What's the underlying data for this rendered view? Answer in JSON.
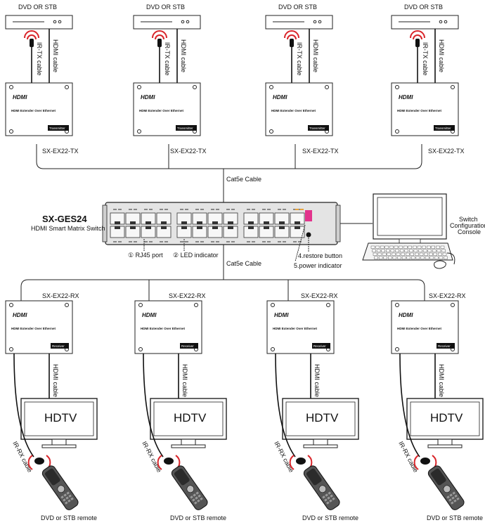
{
  "source_label": "DVD OR STB",
  "ir_tx_label": "IR-TX cable",
  "hdmi_cable_label": "HDMI cable",
  "transmitter_model": "SX-EX22-TX",
  "receiver_model": "SX-EX22-RX",
  "hdmi_logo": "HDMI",
  "extender_title": "HDMI Extender Over Ethernet",
  "transmitter_tag": "Transmitter",
  "receiver_tag": "Receiver",
  "cat5e_label": "Cat5e Cable",
  "switch_model": "SX-GES24",
  "switch_desc": "HDMI Smart Matrix Switch",
  "callouts": {
    "rj45": "① RJ45 port",
    "led": "② LED indicator",
    "restore": "4.restore button",
    "power": "5.power indicator"
  },
  "console_label": [
    "Switch",
    "Configuration",
    "Console"
  ],
  "hdtv_label": "HDTV",
  "ir_rx_label": "IR-RX cable",
  "remote_label": "DVD or STB remote",
  "colors": {
    "ir_red": "#d9262b",
    "pink_led": "#e2338c"
  }
}
